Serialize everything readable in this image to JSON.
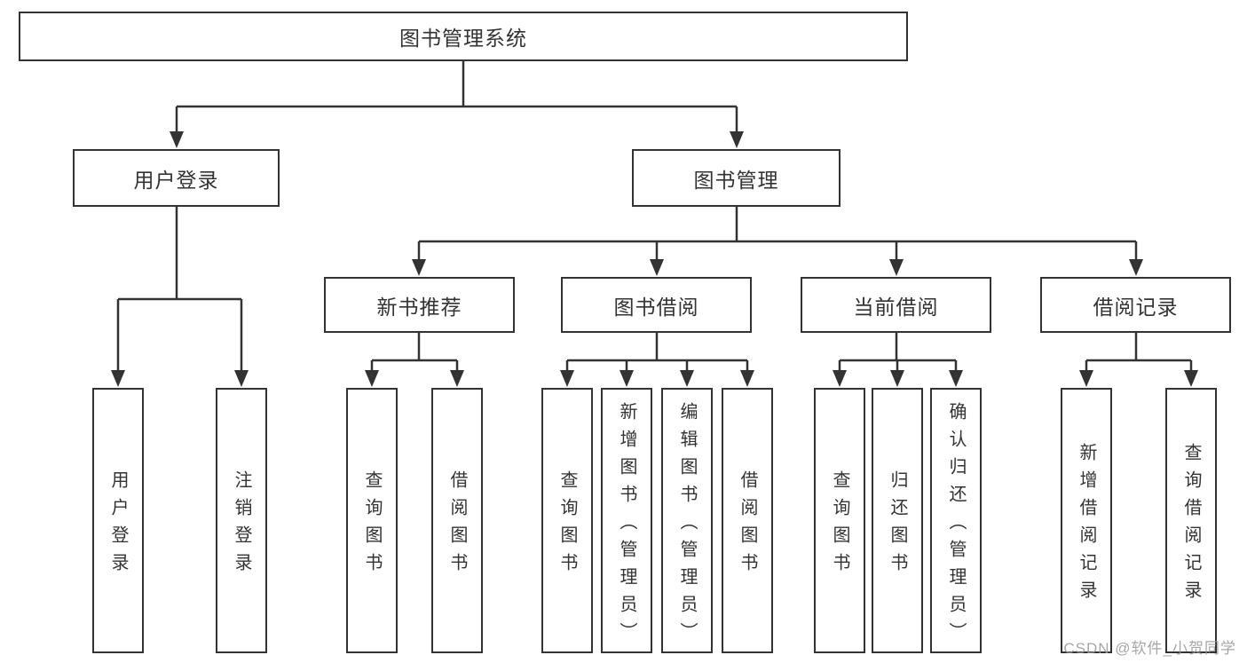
{
  "diagram": {
    "root": {
      "label": "图书管理系统"
    },
    "branches": [
      {
        "label": "用户登录",
        "children": [
          {
            "label": "用户登录"
          },
          {
            "label": "注销登录"
          }
        ]
      },
      {
        "label": "图书管理",
        "children": [
          {
            "label": "新书推荐",
            "children": [
              {
                "label": "查询图书"
              },
              {
                "label": "借阅图书"
              }
            ]
          },
          {
            "label": "图书借阅",
            "children": [
              {
                "label": "查询图书"
              },
              {
                "label": "新增图书（管理员）"
              },
              {
                "label": "编辑图书（管理员）"
              },
              {
                "label": "借阅图书"
              }
            ]
          },
          {
            "label": "当前借阅",
            "children": [
              {
                "label": "查询图书"
              },
              {
                "label": "归还图书"
              },
              {
                "label": "确认归还（管理员）"
              }
            ]
          },
          {
            "label": "借阅记录",
            "children": [
              {
                "label": "新增借阅记录"
              },
              {
                "label": "查询借阅记录"
              }
            ]
          }
        ]
      }
    ]
  },
  "watermark": {
    "text": "CSDN @软件_小贺同学"
  },
  "colors": {
    "line": "#333333",
    "background": "#ffffff",
    "watermark": "#969696"
  }
}
